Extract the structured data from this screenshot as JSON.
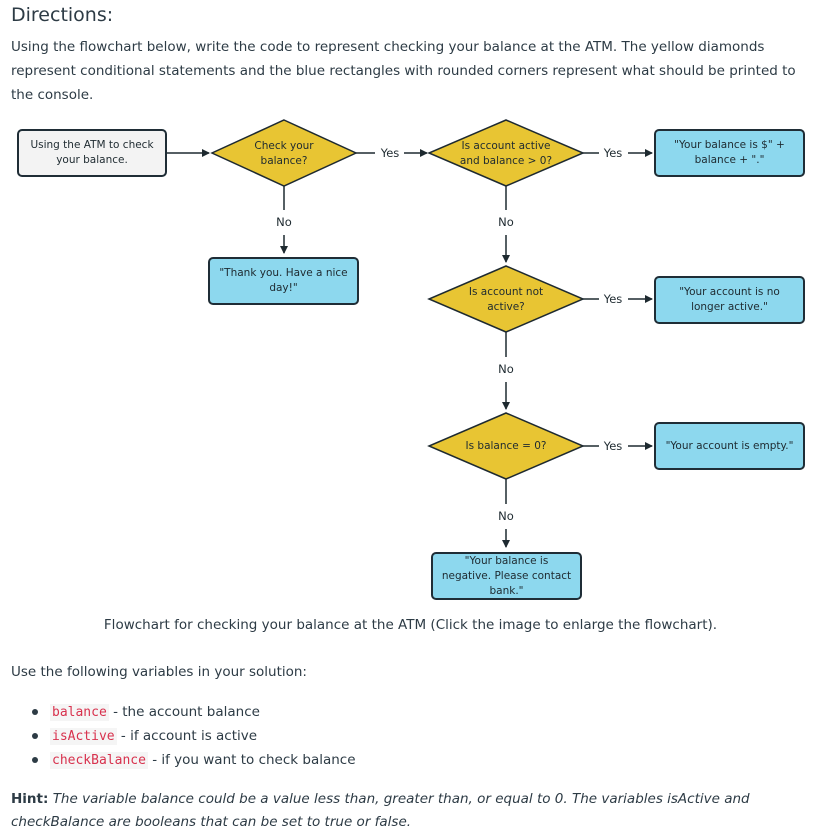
{
  "heading": "Directions:",
  "intro": "Using the flowchart below, write the code to represent checking your balance at the ATM. The yellow diamonds represent conditional statements and the blue rectangles with rounded corners represent what should be printed to the console.",
  "flowchart": {
    "start": "Using the ATM to check your balance.",
    "decisions": {
      "check_balance": "Check your balance?",
      "active_positive": "Is account active and balance > 0?",
      "not_active": "Is account not active?",
      "zero": "Is balance = 0?"
    },
    "outputs": {
      "balance": "\"Your balance is $\" + balance + \".\"",
      "thank_you": "\"Thank you. Have a nice day!\"",
      "no_longer_active": "\"Your account is no longer active.\"",
      "empty": "\"Your account is empty.\"",
      "negative": "\"Your balance is negative. Please contact bank.\""
    },
    "labels": {
      "yes": "Yes",
      "no": "No"
    },
    "colors": {
      "diamond": "#e8c533",
      "output": "#8dd8ee",
      "start": "#f3f3f3"
    }
  },
  "caption": "Flowchart for checking your balance at the ATM (Click the image to enlarge the flowchart).",
  "use_vars_text": "Use the following variables in your solution:",
  "variables": [
    {
      "name": "balance",
      "desc": " - the account balance"
    },
    {
      "name": "isActive",
      "desc": " - if account is active"
    },
    {
      "name": "checkBalance",
      "desc": " - if you want to check balance"
    }
  ],
  "hint_label": "Hint:",
  "hint_text": "The variable balance could be a value less than, greater than, or equal to 0. The variables isActive and checkBalance are booleans that can be set to true or false."
}
